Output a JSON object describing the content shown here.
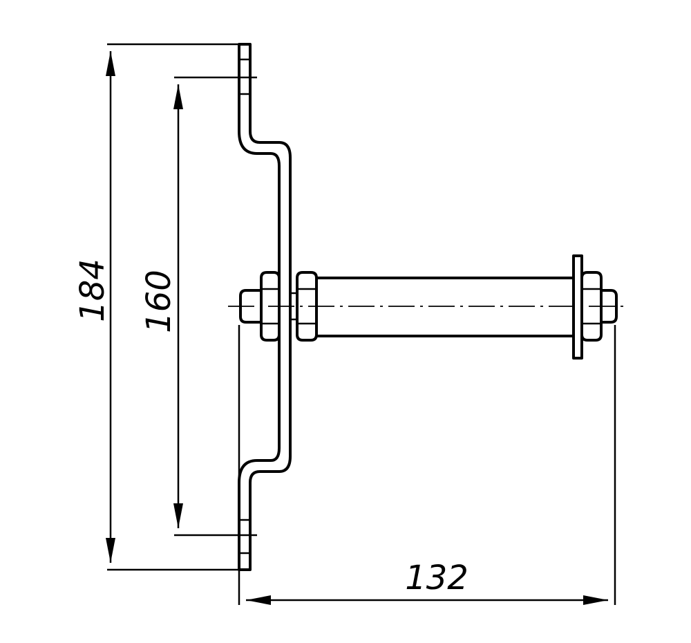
{
  "dimensions": {
    "overall_height": "184",
    "hole_spacing": "160",
    "overall_width": "132"
  }
}
